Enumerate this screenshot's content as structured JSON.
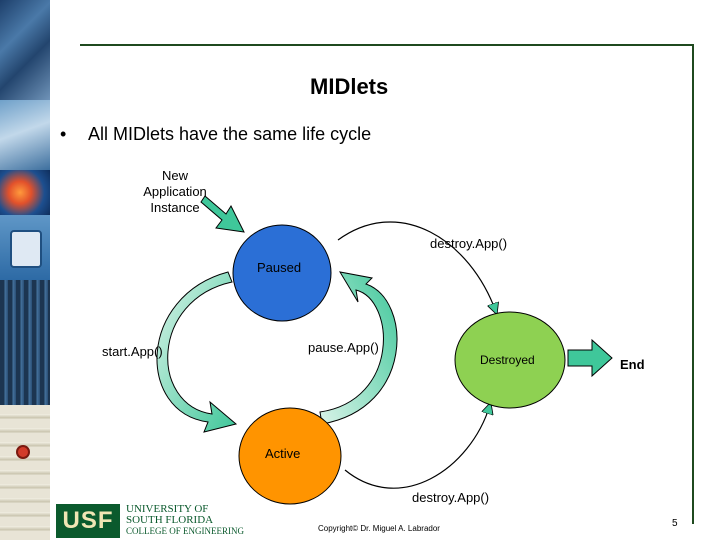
{
  "slide": {
    "title": "MIDlets",
    "bullet": "All MIDlets have the same life cycle",
    "page_number": "5",
    "copyright": "Copyright© Dr. Miguel A. Labrador"
  },
  "diagram": {
    "new_instance": [
      "New",
      "Application",
      "Instance"
    ],
    "states": {
      "paused": "Paused",
      "active": "Active",
      "destroyed": "Destroyed",
      "end": "End"
    },
    "transitions": {
      "start": "start.App()",
      "pause": "pause.App()",
      "destroy_top": "destroy.App()",
      "destroy_bottom": "destroy.App()"
    },
    "colors": {
      "paused": "#2b6fd6",
      "active": "#ff9400",
      "destroyed": "#8ed152",
      "arrow": "#3fc79a",
      "usf_green": "#0b5a2d"
    }
  },
  "footer": {
    "logo_text": "USF",
    "university": [
      "UNIVERSITY OF",
      "SOUTH FLORIDA",
      "COLLEGE OF ENGINEERING"
    ]
  }
}
